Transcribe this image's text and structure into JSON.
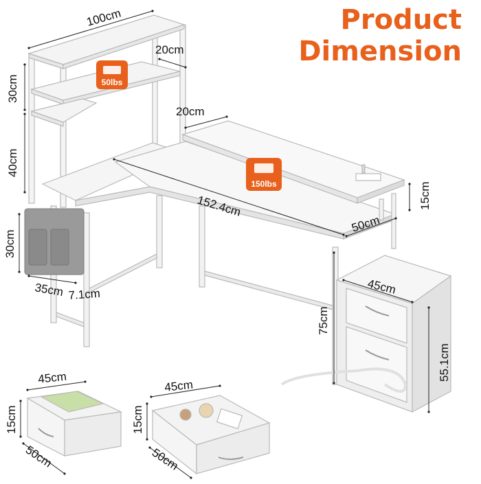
{
  "title": {
    "line1": "Product",
    "line2": "Dimension"
  },
  "colors": {
    "accent": "#e8601c",
    "frame": "#f2f2f2",
    "edge": "#b9b9b9",
    "fabric": "#8e8e8e",
    "folders": "#c9dfa8"
  },
  "badges": {
    "hutch_load": "50lbs",
    "desk_load": "150lbs"
  },
  "dimensions": {
    "hutch_width": "100cm",
    "hutch_shelf_depth": "20cm",
    "hutch_upper_height": "30cm",
    "hutch_lower_height": "40cm",
    "riser_depth": "20cm",
    "desk_length": "152.4cm",
    "desk_depth": "50cm",
    "riser_height": "15cm",
    "bag_height": "30cm",
    "bag_width": "35cm",
    "bag_depth": "7.1cm",
    "cabinet_width": "45cm",
    "desk_height": "75cm",
    "cabinet_height": "55.1cm",
    "drawer1_width": "45cm",
    "drawer1_height": "15cm",
    "drawer1_depth": "50cm",
    "drawer2_width": "45cm",
    "drawer2_height": "15cm",
    "drawer2_depth": "50cm"
  }
}
